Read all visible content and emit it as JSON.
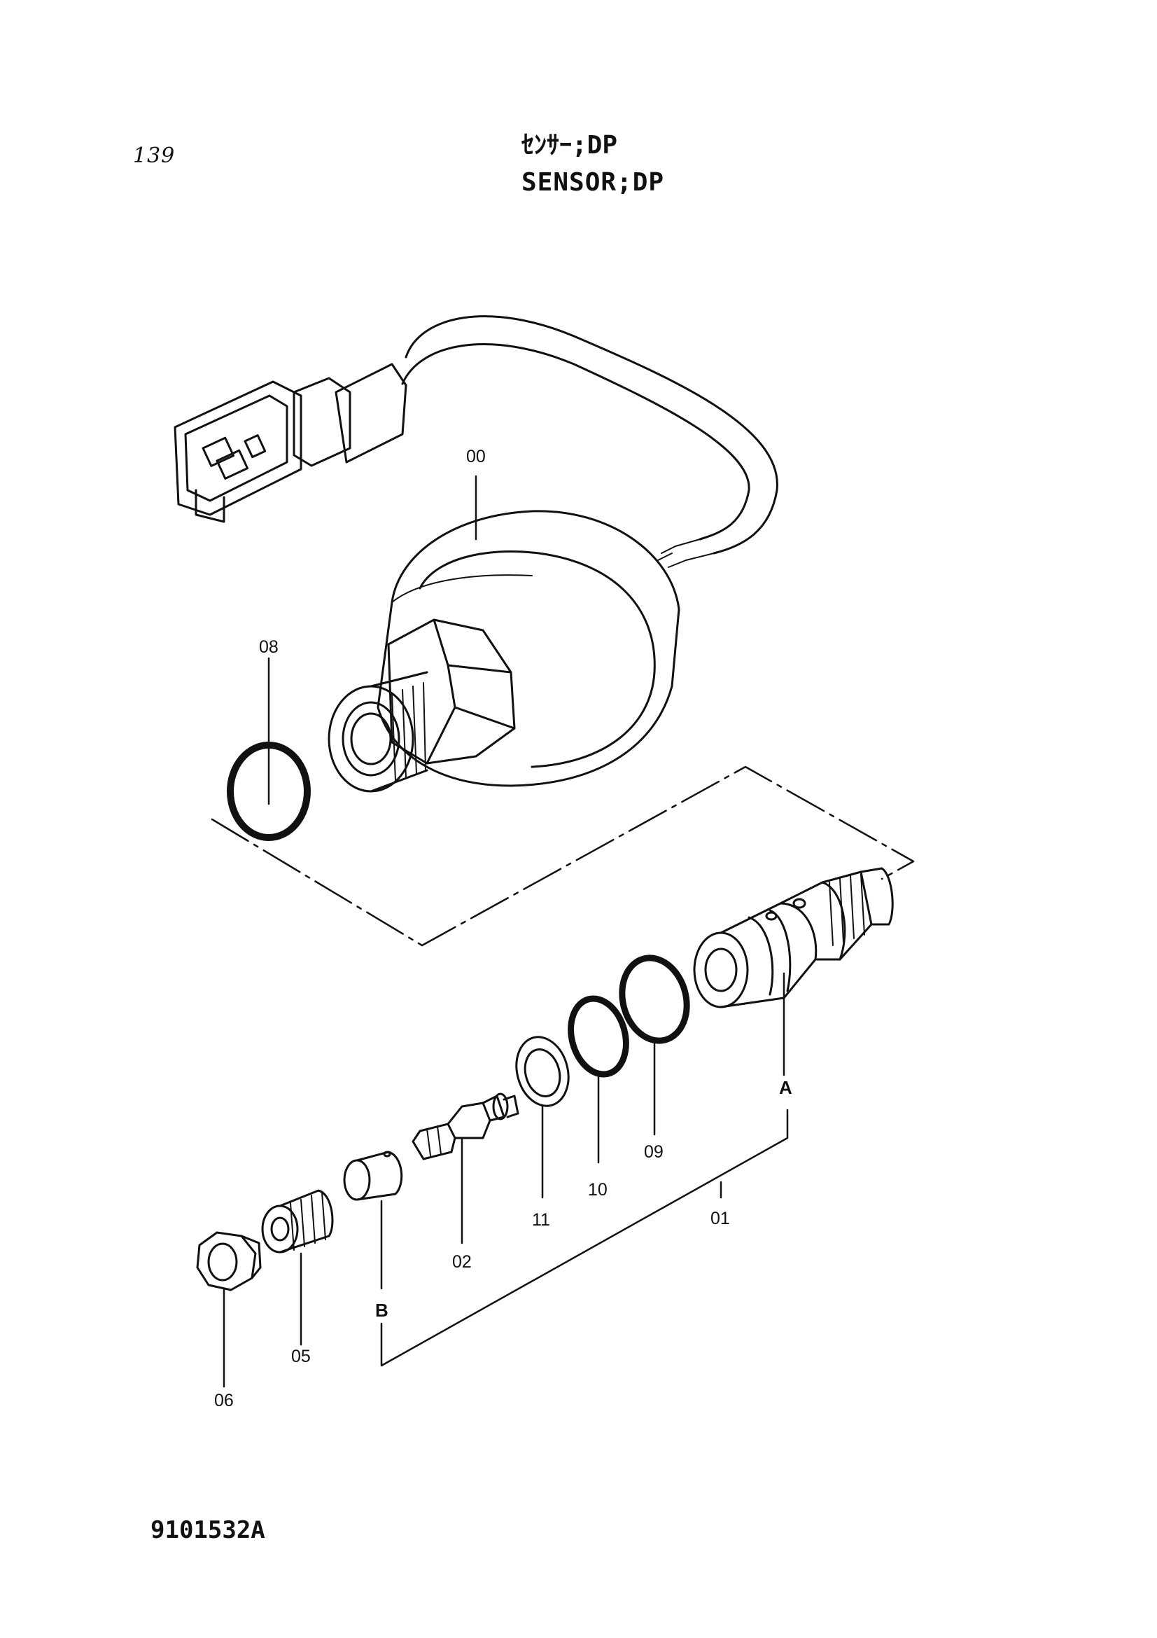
{
  "header": {
    "page_number": "139",
    "title_jp": "ｾﾝｻｰ;DP",
    "title_en": "SENSOR;DP"
  },
  "footer": {
    "document_code": "9101532A"
  },
  "callouts": {
    "c00": "00",
    "c08": "08",
    "c01": "01",
    "c02": "02",
    "c05": "05",
    "c06": "06",
    "c09": "09",
    "c10": "10",
    "c11": "11",
    "ref_a": "A",
    "ref_b": "B"
  }
}
